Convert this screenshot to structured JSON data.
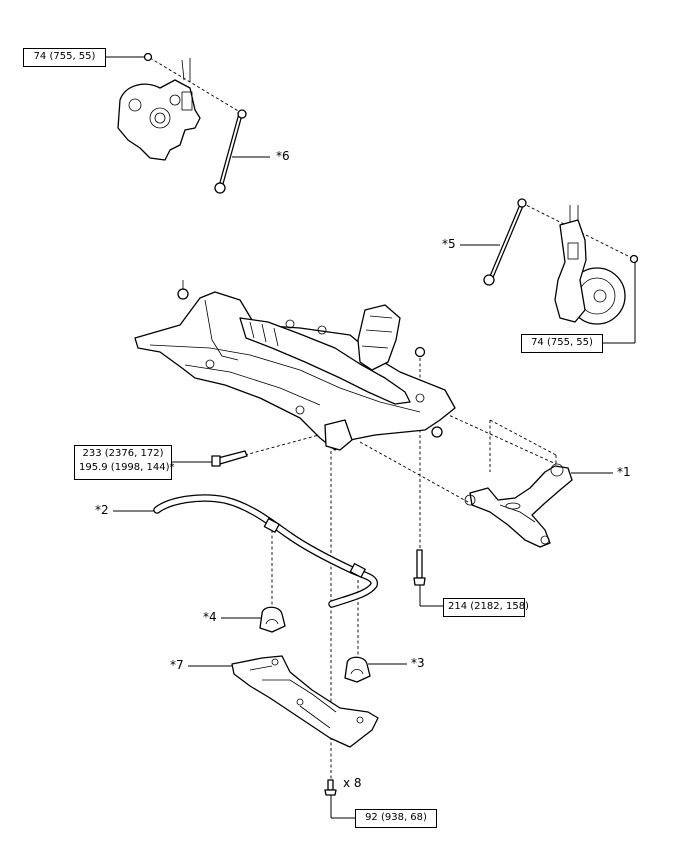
{
  "torque_labels": {
    "top_left": "74 (755, 55)",
    "right_knuckle": "74 (755, 55)",
    "bolt_left_line1": "233 (2376, 172)",
    "bolt_left_line2": "195.9 (1998, 144)*",
    "center_bolt": "214 (2182, 158)",
    "bottom": "92 (938, 68)"
  },
  "callouts": {
    "c1": "*1",
    "c2": "*2",
    "c3": "*3",
    "c4": "*4",
    "c5": "*5",
    "c6": "*6",
    "c7": "*7",
    "quantity": "x 8"
  }
}
